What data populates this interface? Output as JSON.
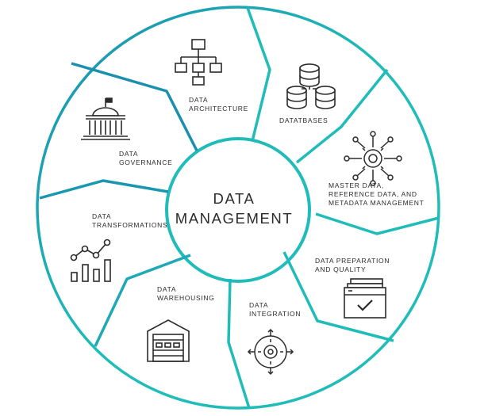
{
  "center": {
    "line1": "DATA",
    "line2": "MANAGEMENT"
  },
  "segments": [
    {
      "id": "architecture",
      "lines": [
        "DATA",
        "ARCHITECTURE"
      ],
      "icon": "hierarchy-icon"
    },
    {
      "id": "databases",
      "lines": [
        "DATATBASES"
      ],
      "icon": "database-icon"
    },
    {
      "id": "master",
      "lines": [
        "MASTER DATA,",
        "REFERENCE DATA, AND",
        "METADATA MANAGEMENT"
      ],
      "icon": "network-gear-icon"
    },
    {
      "id": "preparation",
      "lines": [
        "DATA PREPARATION",
        "AND QUALITY"
      ],
      "icon": "checklist-window-icon"
    },
    {
      "id": "integration",
      "lines": [
        "DATA",
        "INTEGRATION"
      ],
      "icon": "integration-gear-icon"
    },
    {
      "id": "warehousing",
      "lines": [
        "DATA",
        "WAREHOUSING"
      ],
      "icon": "warehouse-icon"
    },
    {
      "id": "transformations",
      "lines": [
        "DATA",
        "TRANSFORMATIONS"
      ],
      "icon": "line-bar-chart-icon"
    },
    {
      "id": "governance",
      "lines": [
        "DATA",
        "GOVERNANCE"
      ],
      "icon": "government-building-icon"
    }
  ],
  "colors": {
    "ring": "#1fbcb9",
    "ring_dark": "#1a8fae",
    "ink": "#2b2b2b"
  }
}
